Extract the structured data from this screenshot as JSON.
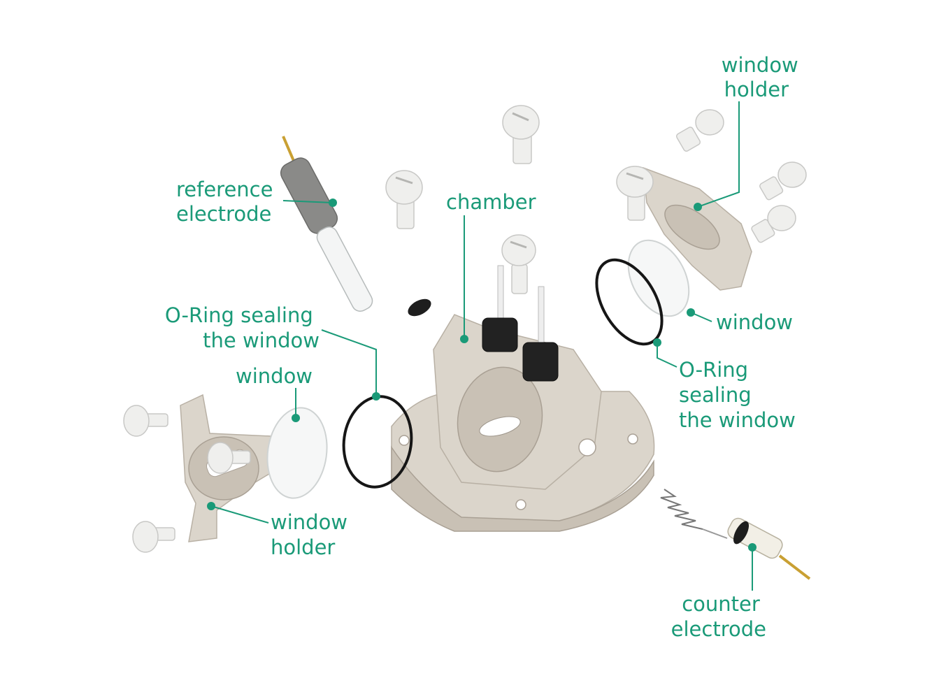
{
  "labels": {
    "window_holder_top": [
      "window",
      "holder"
    ],
    "reference_electrode": [
      "reference",
      "electrode"
    ],
    "chamber": [
      "chamber"
    ],
    "oring_left": [
      "O-Ring sealing",
      "the window"
    ],
    "window_left": [
      "window"
    ],
    "window_right": [
      "window"
    ],
    "oring_right": [
      "O-Ring",
      "sealing",
      "the window"
    ],
    "window_holder_bottom": [
      "window",
      "holder"
    ],
    "counter_electrode": [
      "counter",
      "electrode"
    ]
  },
  "colors": {
    "label_green": "#1a9a78",
    "part_beige": "#dbd5cb",
    "oring_black": "#161616",
    "screw_white": "#efefed"
  }
}
